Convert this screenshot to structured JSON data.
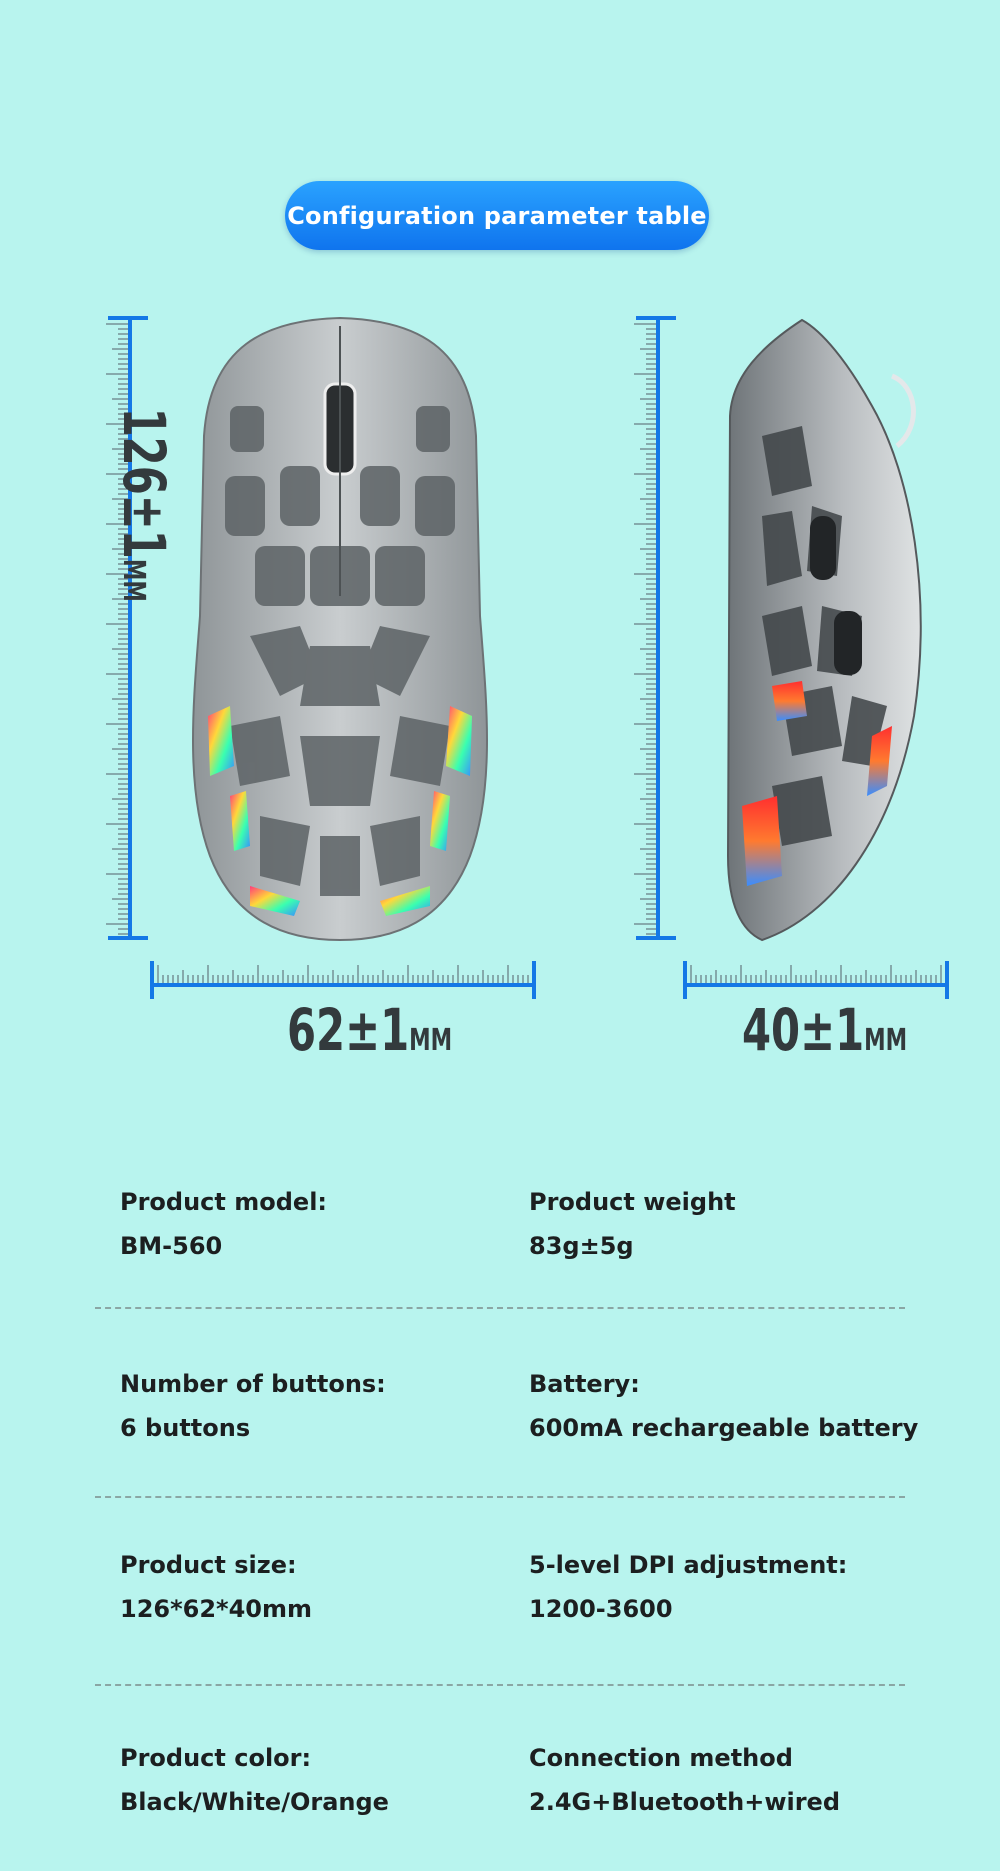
{
  "header": {
    "title": "Configuration parameter table"
  },
  "dimensions": {
    "length": {
      "value": "126±1",
      "unit": "MM"
    },
    "width": {
      "value": "62±1",
      "unit": "MM"
    },
    "height": {
      "value": "40±1",
      "unit": "MM"
    }
  },
  "colors": {
    "ruler": "#1478e6",
    "pill": "#1a86f5",
    "background": "#b8f4ee"
  },
  "specs": [
    {
      "left": {
        "label": "Product model:",
        "value": "BM-560"
      },
      "right": {
        "label": "Product weight",
        "value": "83g±5g"
      }
    },
    {
      "left": {
        "label": "Number of buttons:",
        "value": "6 buttons"
      },
      "right": {
        "label": "Battery:",
        "value": "600mA rechargeable battery"
      }
    },
    {
      "left": {
        "label": "Product size:",
        "value": "126*62*40mm"
      },
      "right": {
        "label": "5-level DPI adjustment:",
        "value": "1200-3600"
      }
    },
    {
      "left": {
        "label": "Product color:",
        "value": "Black/White/Orange"
      },
      "right": {
        "label": "Connection method",
        "value": "2.4G+Bluetooth+wired"
      }
    }
  ]
}
